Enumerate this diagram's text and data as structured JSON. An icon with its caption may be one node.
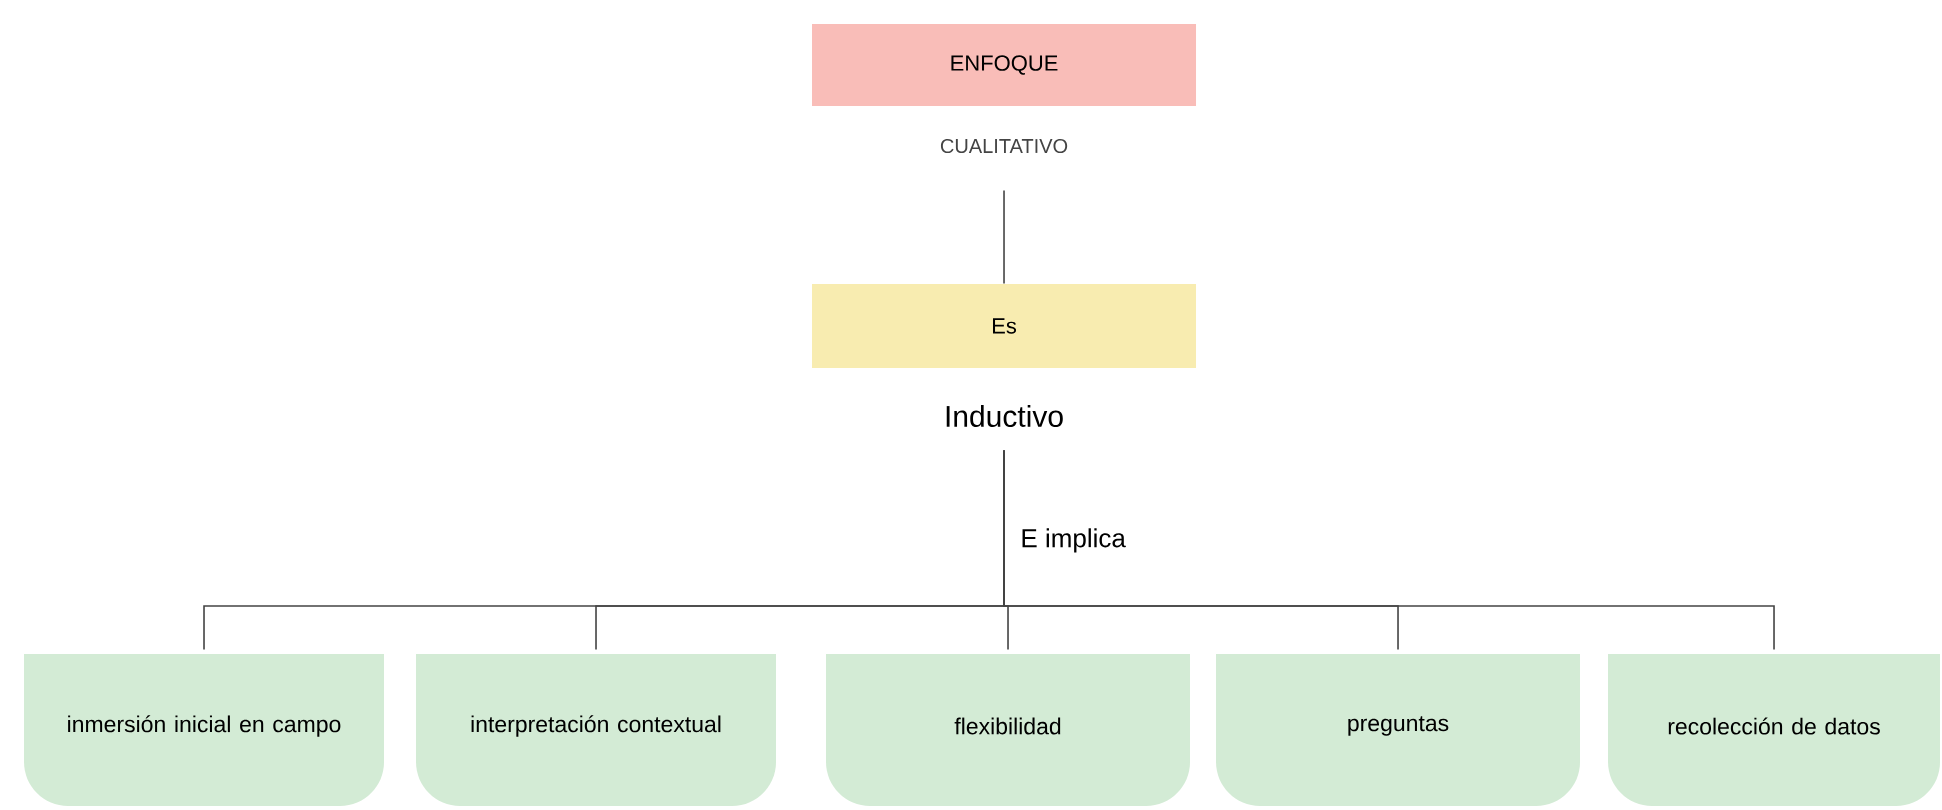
{
  "diagram": {
    "nodes": [
      {
        "text": [
          "ENFOQUE",
          "CUALITATIVO"
        ]
      },
      {
        "text": [
          "Es",
          "Inductivo"
        ]
      },
      {
        "text": [
          "inmersión inicial en campo"
        ]
      },
      {
        "text": [
          "interpretación contextual"
        ]
      },
      {
        "text": [
          "flexibilidad"
        ]
      },
      {
        "text": [
          "preguntas"
        ]
      },
      {
        "text": [
          "recolección de datos"
        ]
      }
    ],
    "edges": [
      {
        "from": 0,
        "to": 1,
        "arrow": "none"
      },
      {
        "from": 1,
        "to": 2,
        "arrow": "none"
      },
      {
        "from": 1,
        "to": 3,
        "arrow": "none"
      },
      {
        "from": 1,
        "to": 4,
        "arrow": "none",
        "label": "E implica"
      },
      {
        "from": 1,
        "to": 5,
        "arrow": "none"
      },
      {
        "from": 1,
        "to": 6,
        "arrow": "none"
      }
    ]
  }
}
